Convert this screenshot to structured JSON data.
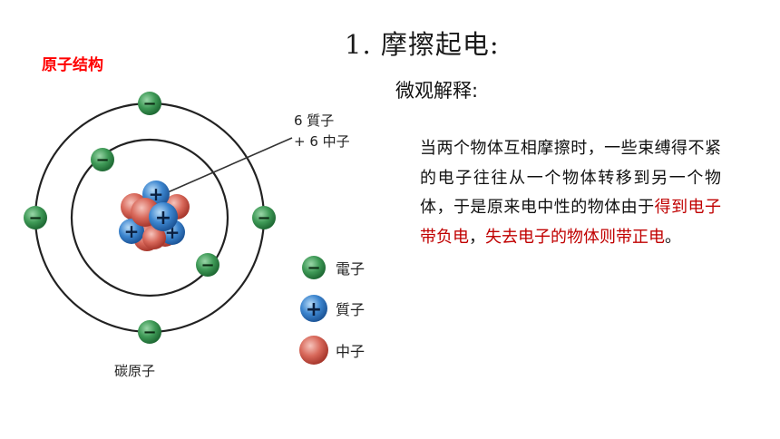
{
  "slide": {
    "title": "1. 摩擦起电:",
    "section_label": "原子结构",
    "subheading": "微观解释:"
  },
  "diagram": {
    "callout_line1": "6 質子",
    "callout_line2": "+ 6 中子",
    "atom_caption": "碳原子",
    "legend": [
      {
        "label": "電子",
        "symbol": "−",
        "icon": "electron-icon"
      },
      {
        "label": "質子",
        "symbol": "+",
        "icon": "proton-icon"
      },
      {
        "label": "中子",
        "symbol": "",
        "icon": "neutron-icon"
      }
    ],
    "colors": {
      "electron": "#2e8a45",
      "proton": "#2e78c4",
      "neutron": "#d25b4d",
      "orbit": "#222222"
    }
  },
  "explanation": {
    "text_before": "当两个物体互相摩擦时，一些束缚得不紧的电子往往从一个物体转移到另一个物体，于是原来电中性的物体由于",
    "highlight_1": "得到电子带负电",
    "middle": "，",
    "highlight_2": "失去电子的物体则带正电",
    "text_after": "。"
  }
}
